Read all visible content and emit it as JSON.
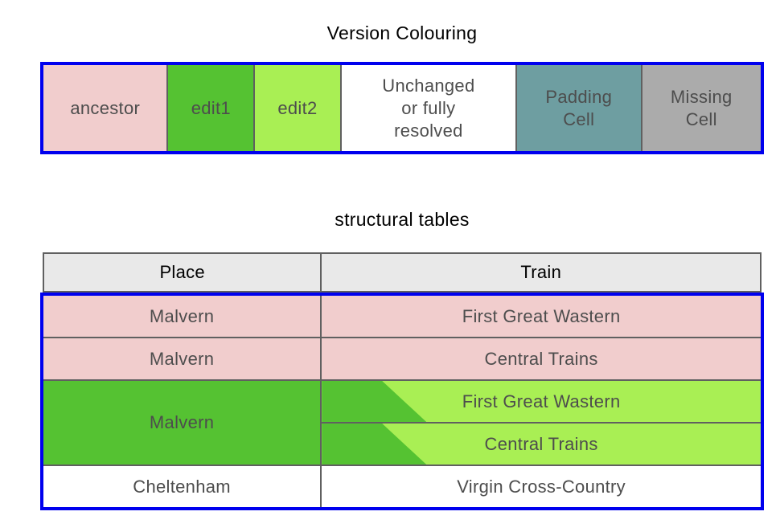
{
  "colors": {
    "ancestor": "#f1cdcd",
    "edit1": "#55c232",
    "edit2": "#a9ef54",
    "resolved": "#ffffff",
    "padding": "#6e9ea1",
    "missing": "#ababab",
    "header_bg": "#e9e9e9",
    "grid_line": "#606060",
    "outline_blue": "#0000ee",
    "cell_text": "#4d4d4d",
    "title_text": "#000000"
  },
  "legend": {
    "title": "Version Colouring",
    "cells": [
      {
        "label": "ancestor"
      },
      {
        "label": "edit1"
      },
      {
        "label": "edit2"
      },
      {
        "label": "Unchanged or fully resolved"
      },
      {
        "label": "Padding Cell"
      },
      {
        "label": "Missing Cell"
      }
    ]
  },
  "structural": {
    "title": "structural tables",
    "columns": {
      "place": "Place",
      "train": "Train"
    },
    "rows": [
      {
        "place": "Malvern",
        "train": "First Great Wastern"
      },
      {
        "place": "Malvern",
        "train": "Central Trains"
      },
      {
        "place": "Malvern",
        "train1": "First Great Wastern",
        "train2": "Central Trains"
      },
      {
        "place": "Cheltenham",
        "train": "Virgin Cross-Country"
      }
    ]
  }
}
